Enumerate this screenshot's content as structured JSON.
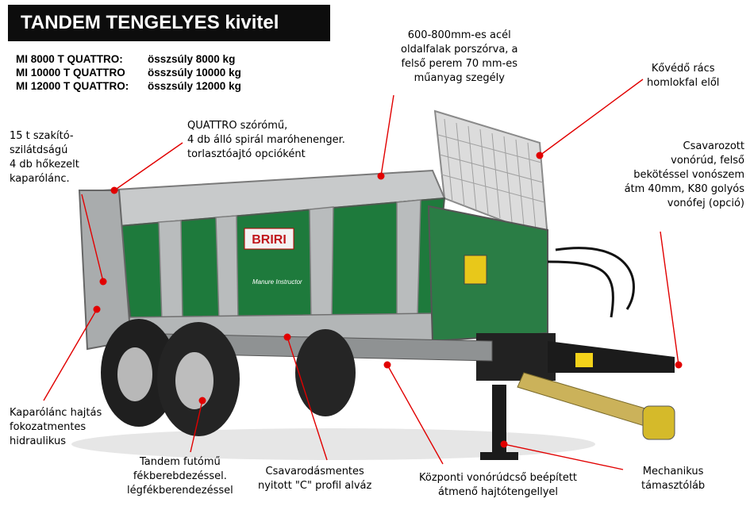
{
  "title": "TANDEM TENGELYES kivitel",
  "models": [
    {
      "name": "MI 8000 T QUATTRO:",
      "weight": "összsúly 8000 kg"
    },
    {
      "name": "MI 10000 T QUATTRO",
      "weight": "összsúly 10000 kg"
    },
    {
      "name": "MI 12000 T QUATTRO:",
      "weight": "összsúly 12000 kg"
    }
  ],
  "brand": "BRIRI",
  "model_decal": "Manure Instructor",
  "labels": {
    "sidewalls": [
      "600-800mm-es acél",
      "oldalfalak porszórva, a",
      "felső perem 70 mm-es",
      "műanyag szegély"
    ],
    "stone_guard": [
      "Kővédő rács",
      "homlokfal elől"
    ],
    "chain": [
      "15 t szakító-",
      "szilátdságú",
      "4 db hőkezelt",
      "kaparólánc."
    ],
    "spreader": [
      "QUATTRO szórómű,",
      "4 db álló spirál maróhenenger.",
      "torlasztóajtó  opcióként"
    ],
    "drawbar": [
      "Csavarozott",
      "vonórúd, felső",
      "bekötéssel vonószem",
      "átm 40mm, K80 golyós",
      "vonófej (opció)"
    ],
    "chain_drive": [
      "Kaparólánc hajtás",
      "fokozatmentes",
      "hidraulikus"
    ],
    "tandem": [
      "Tandem futómű",
      "fékberebdezéssel.",
      "légfékberendezéssel"
    ],
    "chassis": [
      "Csavarodásmentes",
      "nyitott \"C\" profil alváz"
    ],
    "central_tube": [
      "Központi vonórúdcső beépített",
      "átmenő hajtótengellyel"
    ],
    "support_leg": [
      "Mechanikus",
      "támasztóláb"
    ]
  },
  "colors": {
    "accent": "#e10000",
    "body_green": "#1e7a3c",
    "galvanized": "#b9bcbd"
  }
}
